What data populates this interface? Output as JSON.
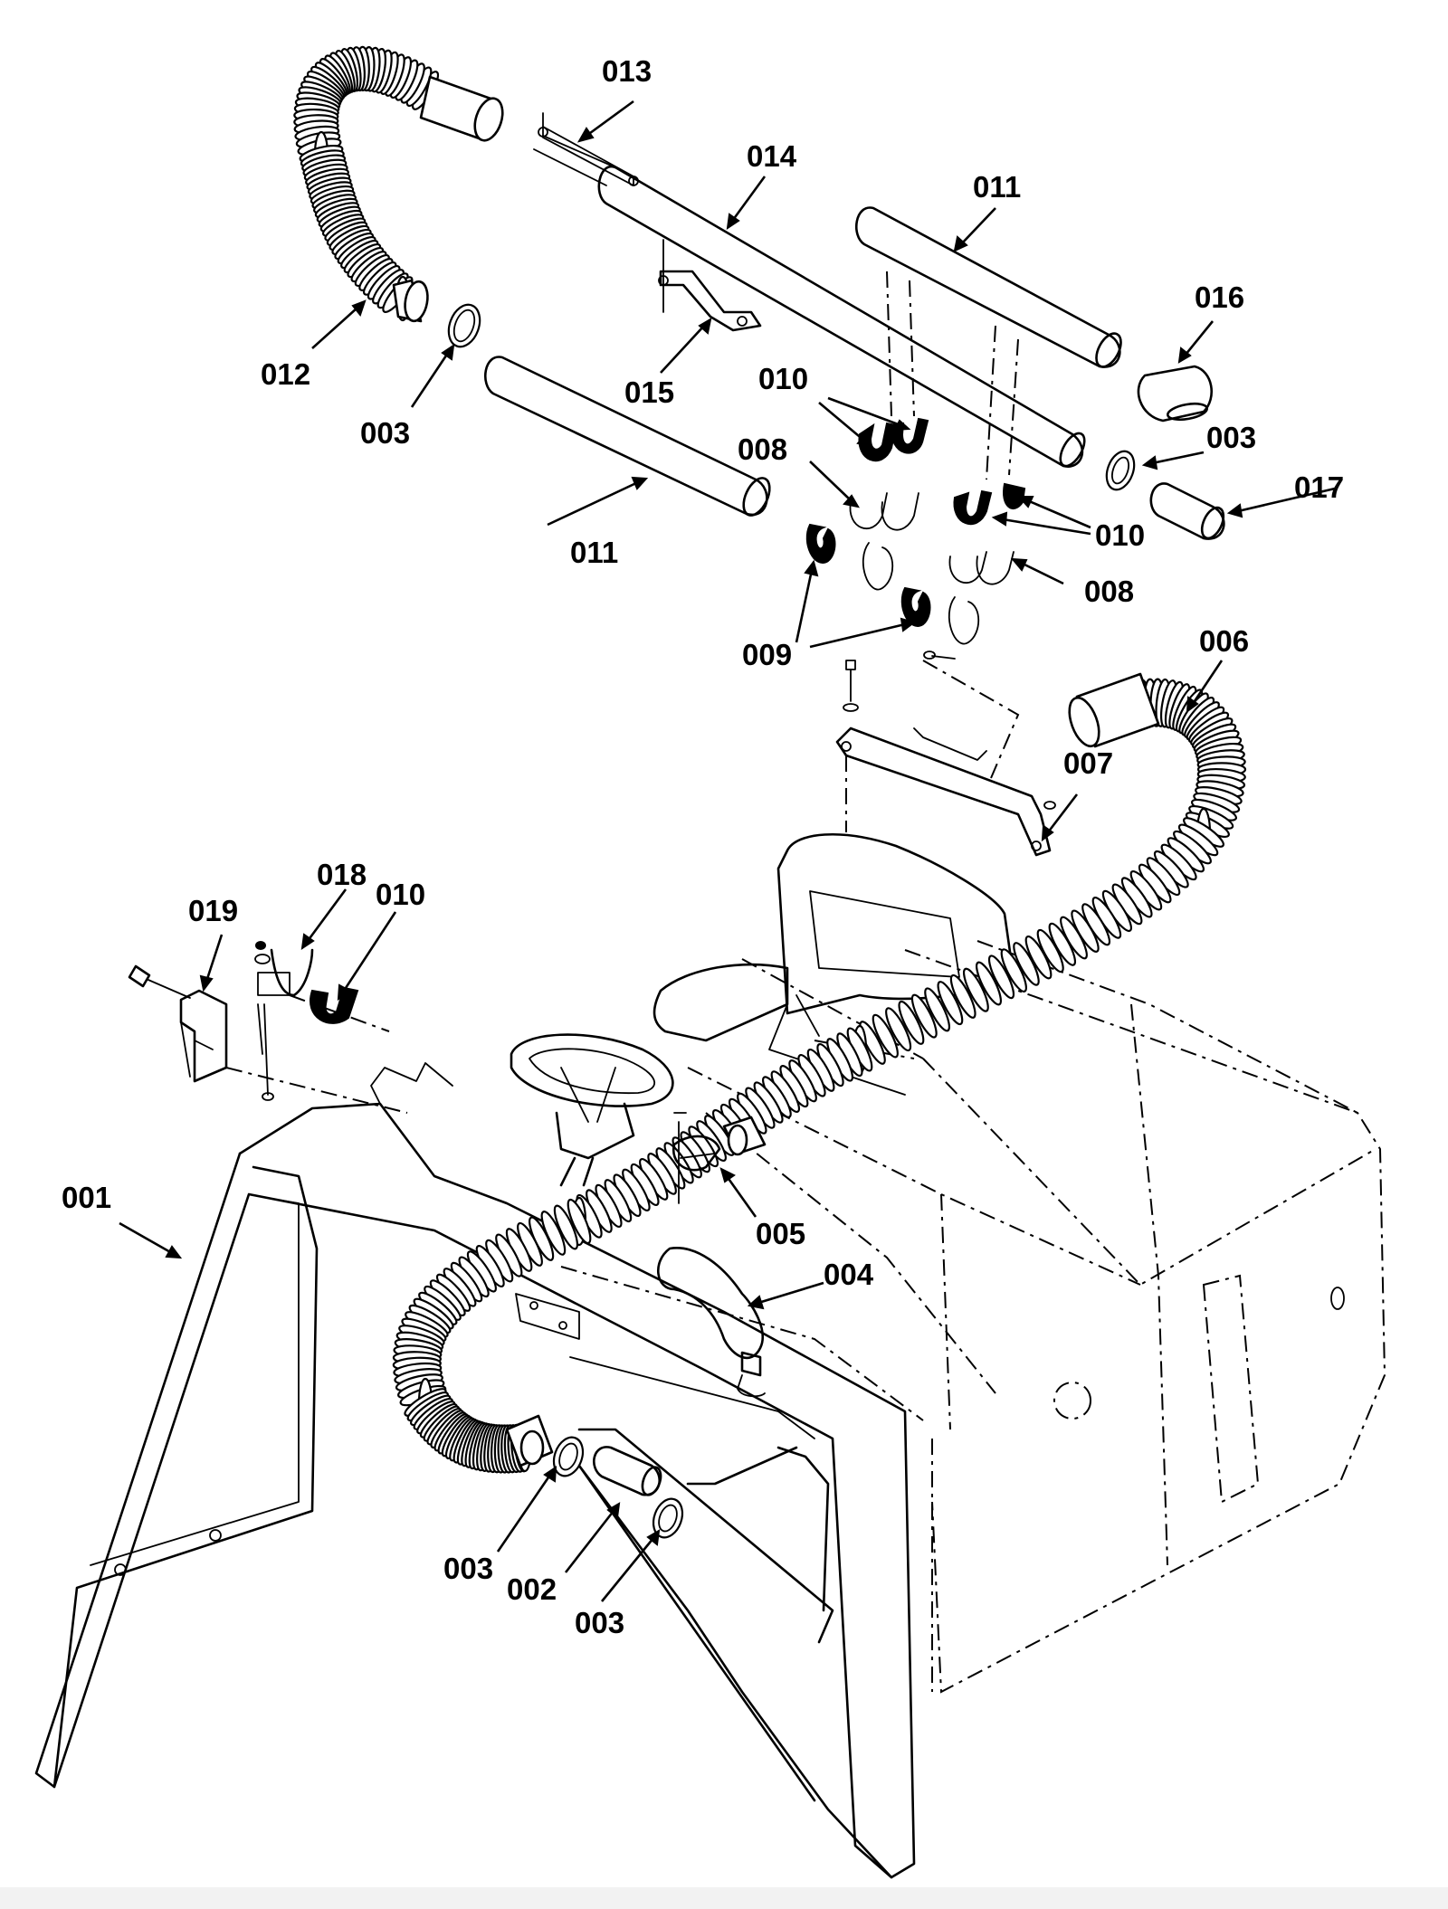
{
  "diagram": {
    "callouts": [
      {
        "id": "c013",
        "text": "013"
      },
      {
        "id": "c014",
        "text": "014"
      },
      {
        "id": "c011a",
        "text": "011"
      },
      {
        "id": "c016",
        "text": "016"
      },
      {
        "id": "c012",
        "text": "012"
      },
      {
        "id": "c003a",
        "text": "003"
      },
      {
        "id": "c015",
        "text": "015"
      },
      {
        "id": "c010a",
        "text": "010"
      },
      {
        "id": "c003b",
        "text": "003"
      },
      {
        "id": "c017",
        "text": "017"
      },
      {
        "id": "c008a",
        "text": "008"
      },
      {
        "id": "c010b",
        "text": "010"
      },
      {
        "id": "c011b",
        "text": "011"
      },
      {
        "id": "c008b",
        "text": "008"
      },
      {
        "id": "c009",
        "text": "009"
      },
      {
        "id": "c006",
        "text": "006"
      },
      {
        "id": "c007",
        "text": "007"
      },
      {
        "id": "c018",
        "text": "018"
      },
      {
        "id": "c010c",
        "text": "010"
      },
      {
        "id": "c019",
        "text": "019"
      },
      {
        "id": "c001",
        "text": "001"
      },
      {
        "id": "c005",
        "text": "005"
      },
      {
        "id": "c004",
        "text": "004"
      },
      {
        "id": "c003c",
        "text": "003"
      },
      {
        "id": "c002",
        "text": "002"
      },
      {
        "id": "c003d",
        "text": "003"
      }
    ]
  }
}
